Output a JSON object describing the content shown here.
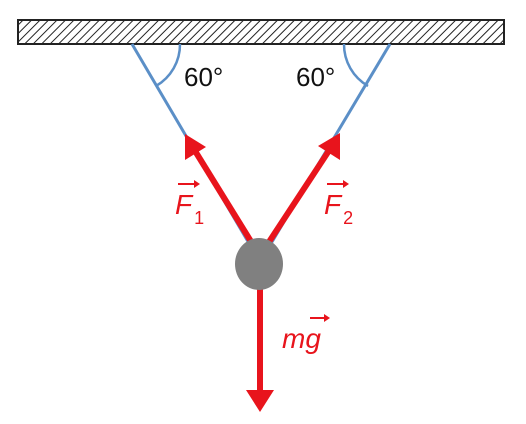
{
  "diagram": {
    "angle_left": "60°",
    "angle_right": "60°",
    "force1": {
      "symbol": "F",
      "subscript": "1"
    },
    "force2": {
      "symbol": "F",
      "subscript": "2"
    },
    "weight": {
      "symbol": "mg"
    },
    "colors": {
      "force": "#e8141c",
      "rope": "#5b8fc7",
      "mass": "#808080",
      "ceiling_border": "#222222"
    },
    "icons": {
      "vector_arrow": "vector-arrow-icon"
    }
  }
}
